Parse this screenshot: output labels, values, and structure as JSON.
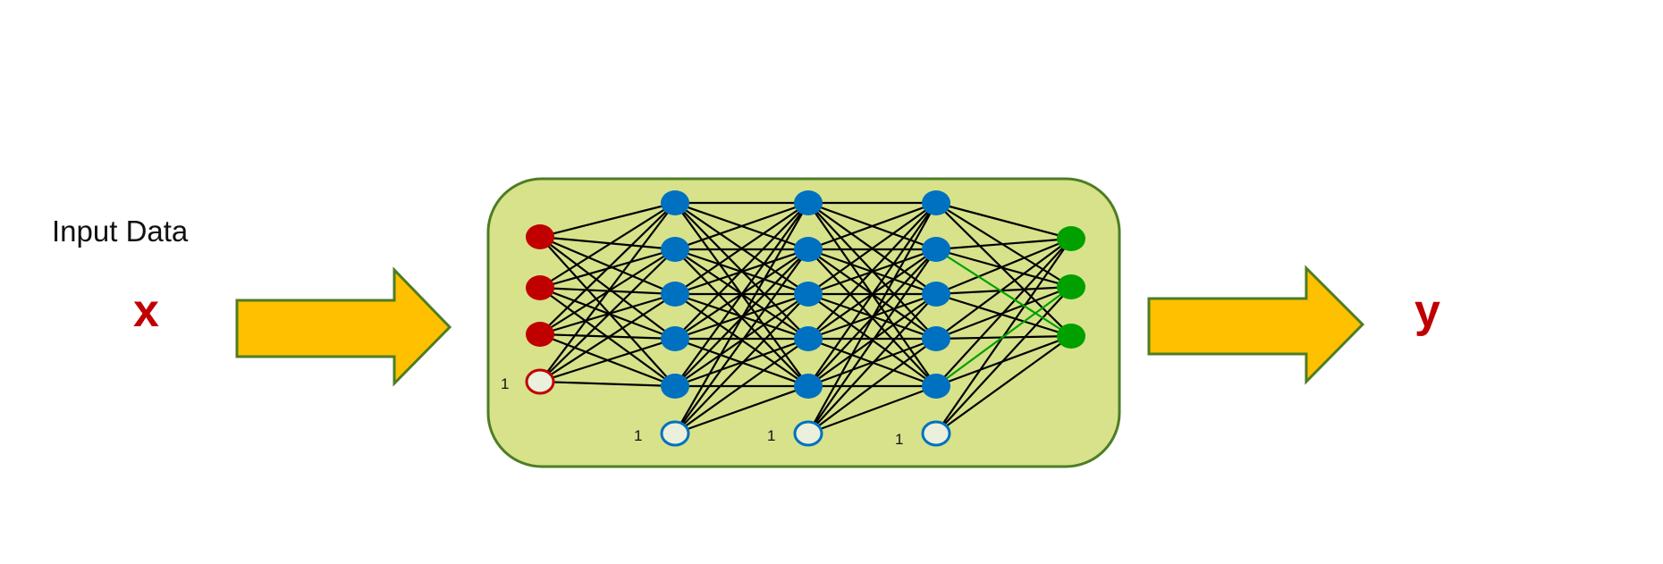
{
  "input_label": "Input Data",
  "input_symbol": "x",
  "output_symbol": "y",
  "bias_label": "1",
  "network": {
    "layers": [
      {
        "nodes": 3,
        "bias": true,
        "color": "#c00000"
      },
      {
        "nodes": 5,
        "bias": true,
        "color": "#0070c0"
      },
      {
        "nodes": 5,
        "bias": true,
        "color": "#0070c0"
      },
      {
        "nodes": 5,
        "bias": true,
        "color": "#0070c0"
      },
      {
        "nodes": 3,
        "bias": false,
        "color": "#00a000"
      }
    ],
    "highlighted_edges": [
      [
        1,
        2
      ],
      [
        4,
        1
      ]
    ]
  },
  "colors": {
    "box_fill": "#d7e28b",
    "box_border": "#4e7d24",
    "arrow_fill": "#ffc000",
    "arrow_border": "#4e7d24",
    "edge": "#000000",
    "highlight_edge": "#00a000",
    "bias_fill": "#eaf0dc"
  }
}
